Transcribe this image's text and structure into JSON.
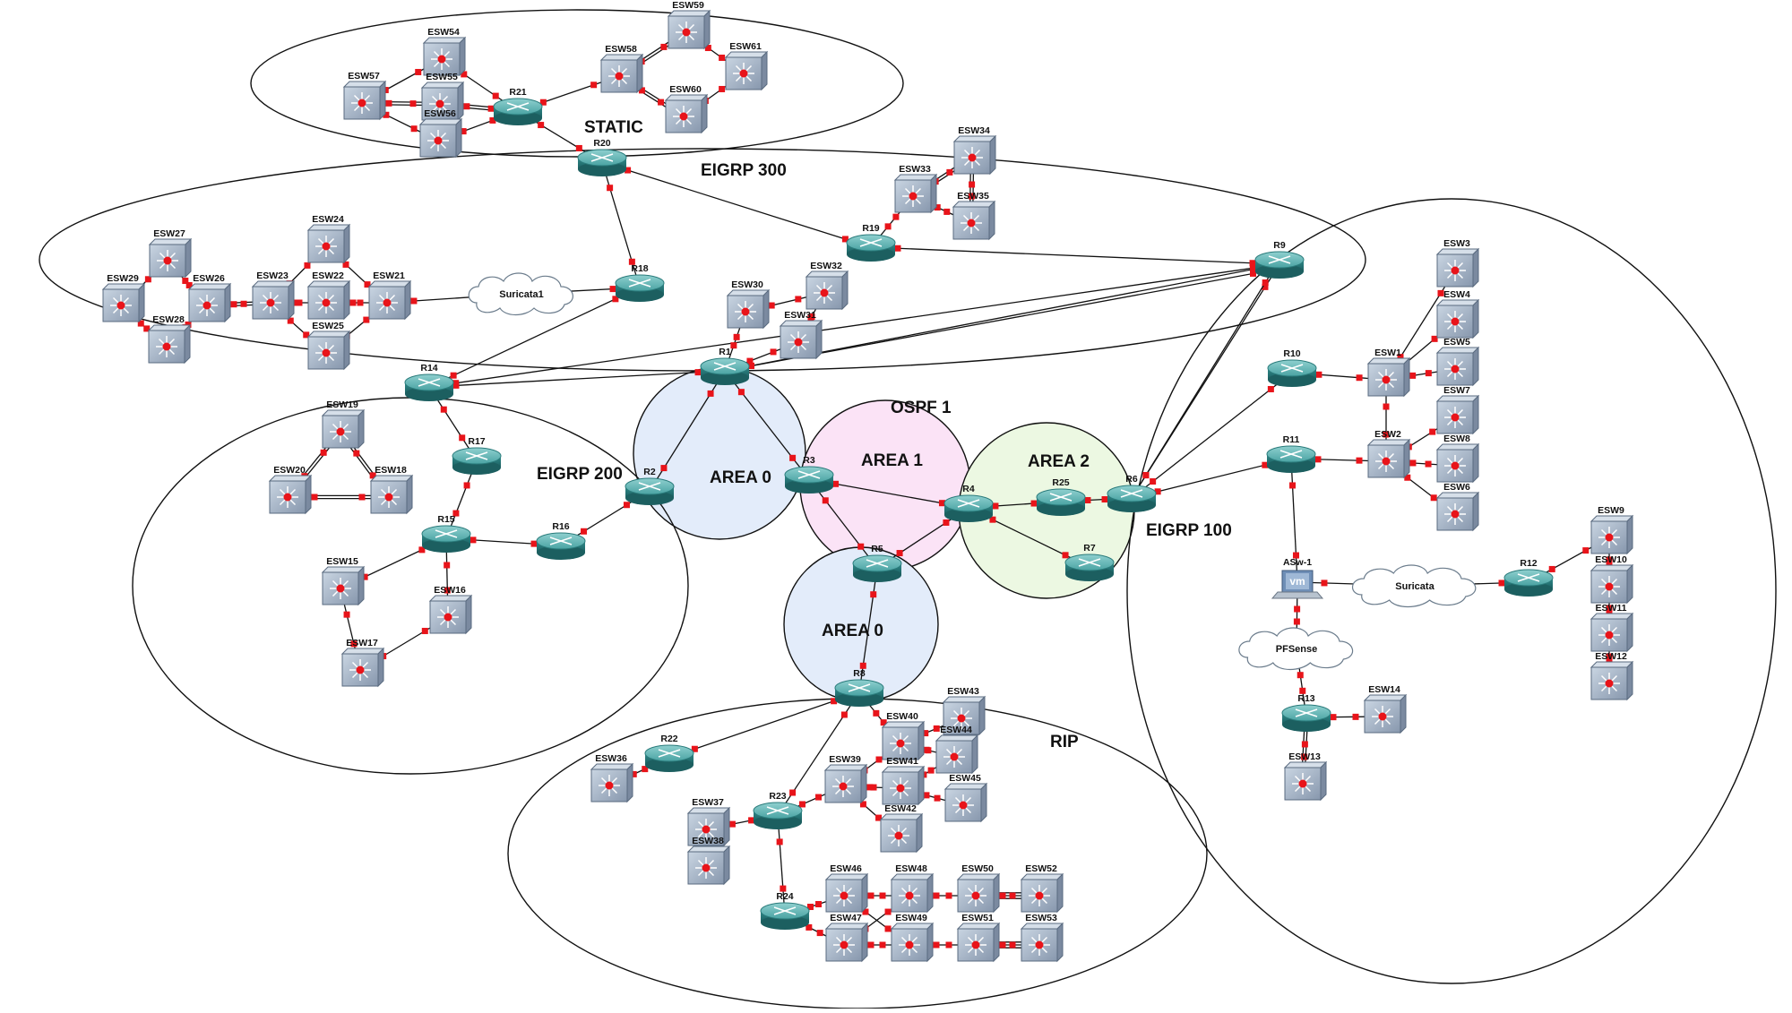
{
  "zones": {
    "static": "STATIC",
    "eigrp300": "EIGRP 300",
    "ospf": "OSPF 1",
    "area0_top": "AREA 0",
    "area1": "AREA 1",
    "area2": "AREA 2",
    "area0_bottom": "AREA 0",
    "eigrp200": "EIGRP 200",
    "eigrp100": "EIGRP 100",
    "rip": "RIP"
  },
  "routers": [
    {
      "id": "R21t",
      "label": "R21"
    },
    {
      "id": "R20",
      "label": "R20"
    },
    {
      "id": "R19",
      "label": "R19"
    },
    {
      "id": "R18",
      "label": "R18"
    },
    {
      "id": "R9",
      "label": "R9"
    },
    {
      "id": "R1",
      "label": "R1"
    },
    {
      "id": "R14",
      "label": "R14"
    },
    {
      "id": "R17",
      "label": "R17"
    },
    {
      "id": "R15",
      "label": "R15"
    },
    {
      "id": "R16",
      "label": "R16"
    },
    {
      "id": "R2",
      "label": "R2"
    },
    {
      "id": "R3",
      "label": "R3"
    },
    {
      "id": "R4",
      "label": "R4"
    },
    {
      "id": "R5",
      "label": "R5"
    },
    {
      "id": "R25",
      "label": "R25"
    },
    {
      "id": "R6",
      "label": "R6"
    },
    {
      "id": "R7",
      "label": "R7"
    },
    {
      "id": "R8",
      "label": "R8"
    },
    {
      "id": "R10",
      "label": "R10"
    },
    {
      "id": "R11",
      "label": "R11"
    },
    {
      "id": "R12",
      "label": "R12"
    },
    {
      "id": "R13",
      "label": "R13"
    },
    {
      "id": "R22",
      "label": "R22"
    },
    {
      "id": "R23",
      "label": "R23"
    },
    {
      "id": "R24",
      "label": "R24"
    }
  ],
  "switches": [
    "ESW54",
    "ESW57",
    "ESW55",
    "ESW56",
    "ESW59",
    "ESW58",
    "ESW61",
    "ESW60",
    "ESW34",
    "ESW33",
    "ESW35",
    "ESW27",
    "ESW29",
    "ESW26",
    "ESW28",
    "ESW24",
    "ESW23",
    "ESW22",
    "ESW21",
    "ESW25",
    "ESW30",
    "ESW32",
    "ESW31",
    "ESW19",
    "ESW20",
    "ESW18",
    "ESW15",
    "ESW16",
    "ESW17",
    "ESW3",
    "ESW4",
    "ESW1",
    "ESW5",
    "ESW7",
    "ESW2",
    "ESW8",
    "ESW6",
    "ESW9",
    "ESW10",
    "ESW11",
    "ESW12",
    "ESW14",
    "ESW13",
    "ESW36",
    "ESW43",
    "ESW40",
    "ESW44",
    "ESW39",
    "ESW41",
    "ESW45",
    "ESW42",
    "ESW37",
    "ESW38",
    "ESW46",
    "ESW48",
    "ESW50",
    "ESW52",
    "ESW47",
    "ESW49",
    "ESW51",
    "ESW53"
  ],
  "clouds": {
    "suricata1": "Suricata1",
    "suricata": "Suricata",
    "pfsense": "PFSense"
  },
  "host": {
    "label": "ASw-1",
    "icon_text": "vm"
  },
  "colors": {
    "area0": "#e3ecfa",
    "area1": "#fbe3f6",
    "area2": "#ecf8e2",
    "link_point": "#e8141a",
    "router_body": "#2f8a8a",
    "switch_body": "#a7b6c8"
  }
}
